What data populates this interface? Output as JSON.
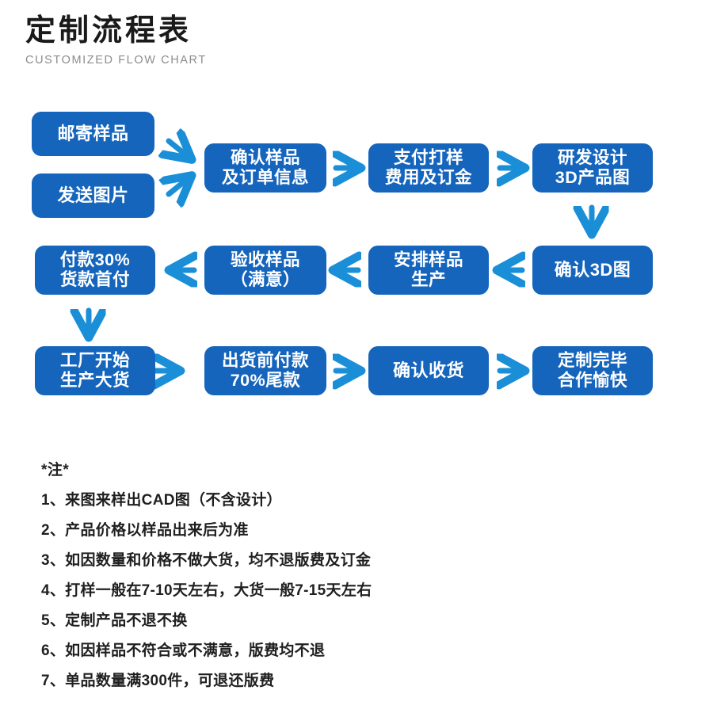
{
  "header": {
    "title": "定制流程表",
    "subtitle": "CUSTOMIZED FLOW CHART"
  },
  "colors": {
    "box_fill": "#1565bd",
    "box_text": "#ffffff",
    "arrow": "#1a8fd8",
    "title_text": "#1a1a1a",
    "subtitle_text": "#8c8c8c",
    "note_text": "#1f1f1f",
    "background": "#ffffff"
  },
  "flow": {
    "nodes": [
      {
        "id": "n1",
        "label": "邮寄样品",
        "row": 1,
        "col": 1
      },
      {
        "id": "n2",
        "label": "发送图片",
        "row": 1,
        "col": 1
      },
      {
        "id": "n3",
        "label": "确认样品\n及订单信息",
        "row": 1,
        "col": 2
      },
      {
        "id": "n4",
        "label": "支付打样\n费用及订金",
        "row": 1,
        "col": 3
      },
      {
        "id": "n5",
        "label": "研发设计\n3D产品图",
        "row": 1,
        "col": 4
      },
      {
        "id": "n6",
        "label": "确认3D图",
        "row": 2,
        "col": 4
      },
      {
        "id": "n7",
        "label": "安排样品\n生产",
        "row": 2,
        "col": 3
      },
      {
        "id": "n8",
        "label": "验收样品\n（满意）",
        "row": 2,
        "col": 2
      },
      {
        "id": "n9",
        "label": "付款30%\n货款首付",
        "row": 2,
        "col": 1
      },
      {
        "id": "n10",
        "label": "工厂开始\n生产大货",
        "row": 3,
        "col": 1
      },
      {
        "id": "n11",
        "label": "出货前付款\n70%尾款",
        "row": 3,
        "col": 2
      },
      {
        "id": "n12",
        "label": "确认收货",
        "row": 3,
        "col": 3
      },
      {
        "id": "n13",
        "label": "定制完毕\n合作愉快",
        "row": 3,
        "col": 4
      }
    ],
    "arrows": [
      {
        "from": "n1",
        "to": "n3",
        "direction": "down-right"
      },
      {
        "from": "n2",
        "to": "n3",
        "direction": "up-right"
      },
      {
        "from": "n3",
        "to": "n4",
        "direction": "right"
      },
      {
        "from": "n4",
        "to": "n5",
        "direction": "right"
      },
      {
        "from": "n5",
        "to": "n6",
        "direction": "down"
      },
      {
        "from": "n6",
        "to": "n7",
        "direction": "left"
      },
      {
        "from": "n7",
        "to": "n8",
        "direction": "left"
      },
      {
        "from": "n8",
        "to": "n9",
        "direction": "left"
      },
      {
        "from": "n9",
        "to": "n10",
        "direction": "down"
      },
      {
        "from": "n10",
        "to": "n11",
        "direction": "right"
      },
      {
        "from": "n11",
        "to": "n12",
        "direction": "right"
      },
      {
        "from": "n12",
        "to": "n13",
        "direction": "right"
      }
    ]
  },
  "notes": {
    "heading": "*注*",
    "items": [
      "1、来图来样出CAD图（不含设计）",
      "2、产品价格以样品出来后为准",
      "3、如因数量和价格不做大货，均不退版费及订金",
      "4、打样一般在7-10天左右，大货一般7-15天左右",
      "5、定制产品不退不换",
      "6、如因样品不符合或不满意，版费均不退",
      "7、单品数量满300件，可退还版费"
    ]
  }
}
